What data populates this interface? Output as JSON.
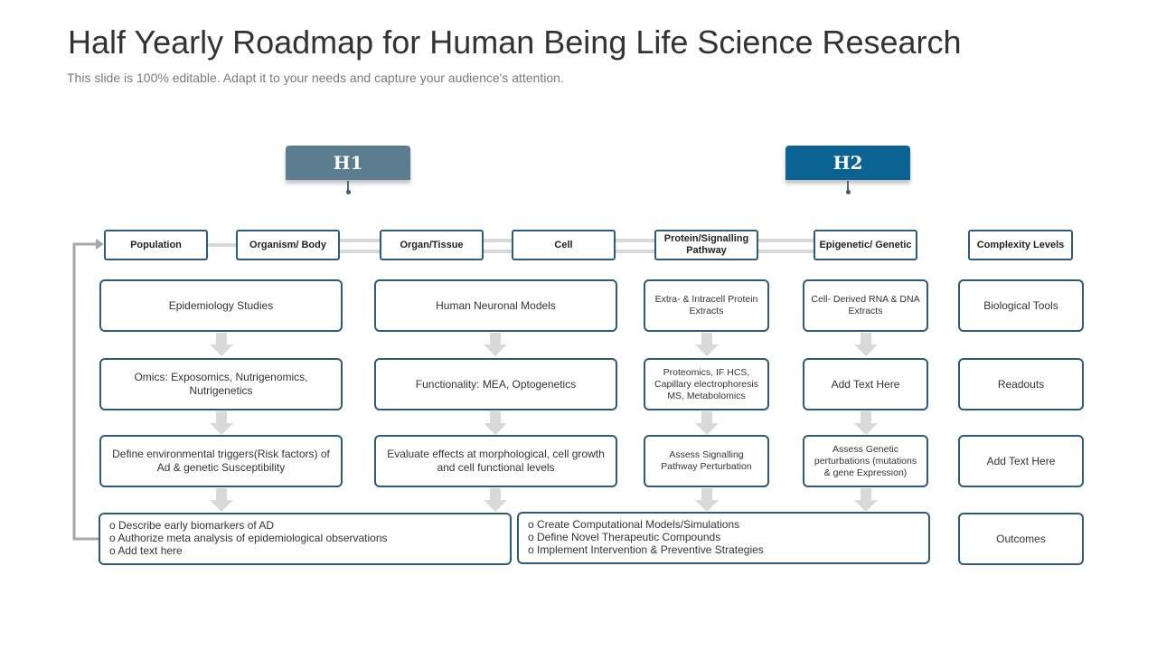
{
  "title": "Half Yearly Roadmap for Human Being Life Science Research",
  "subtitle": "This slide is 100% editable. Adapt it to your needs and capture your audience's attention.",
  "phases": {
    "h1": "H1",
    "h2": "H2"
  },
  "levels": {
    "population": "Population",
    "organism": "Organism/ Body",
    "organ": "Organ/Tissue",
    "cell": "Cell",
    "protein": "Protein/Signalling Pathway",
    "epigenetic": "Epigenetic/ Genetic",
    "complexity": "Complexity Levels"
  },
  "col1": {
    "r1": "Epidemiology Studies",
    "r2": "Omics: Exposomics, Nutrigenomics, Nutrigenetics",
    "r3": "Define environmental triggers(Risk factors) of Ad & genetic Susceptibility"
  },
  "col2": {
    "r1": "Human Neuronal Models",
    "r2": "Functionality: MEA,  Optogenetics",
    "r3": "Evaluate effects at morphological, cell growth and cell functional levels"
  },
  "col3": {
    "r1": "Extra- & Intracell Protein Extracts",
    "r2": "Proteomics, IF HCS, Capillary electrophoresis MS, Metabolomics",
    "r3": "Assess Signalling Pathway Perturbation"
  },
  "col4": {
    "r1": "Cell- Derived RNA & DNA Extracts",
    "r2": "Add Text Here",
    "r3": "Assess Genetic perturbations (mutations & gene Expression)"
  },
  "col5": {
    "r1": "Biological Tools",
    "r2": "Readouts",
    "r3": "Add Text Here",
    "r4": "Outcomes"
  },
  "outcomes_left": [
    "o Describe early biomarkers of AD",
    "o Authorize meta analysis of epidemiological observations",
    "o Add text here"
  ],
  "outcomes_right": [
    "o Create Computational Models/Simulations",
    "o Define Novel Therapeutic Compounds",
    "o Implement Intervention & Preventive Strategies"
  ],
  "colors": {
    "h1": "#5c7c8f",
    "h2": "#0b6394",
    "border": "#2d5b78",
    "arrow": "#d9d9d9"
  }
}
